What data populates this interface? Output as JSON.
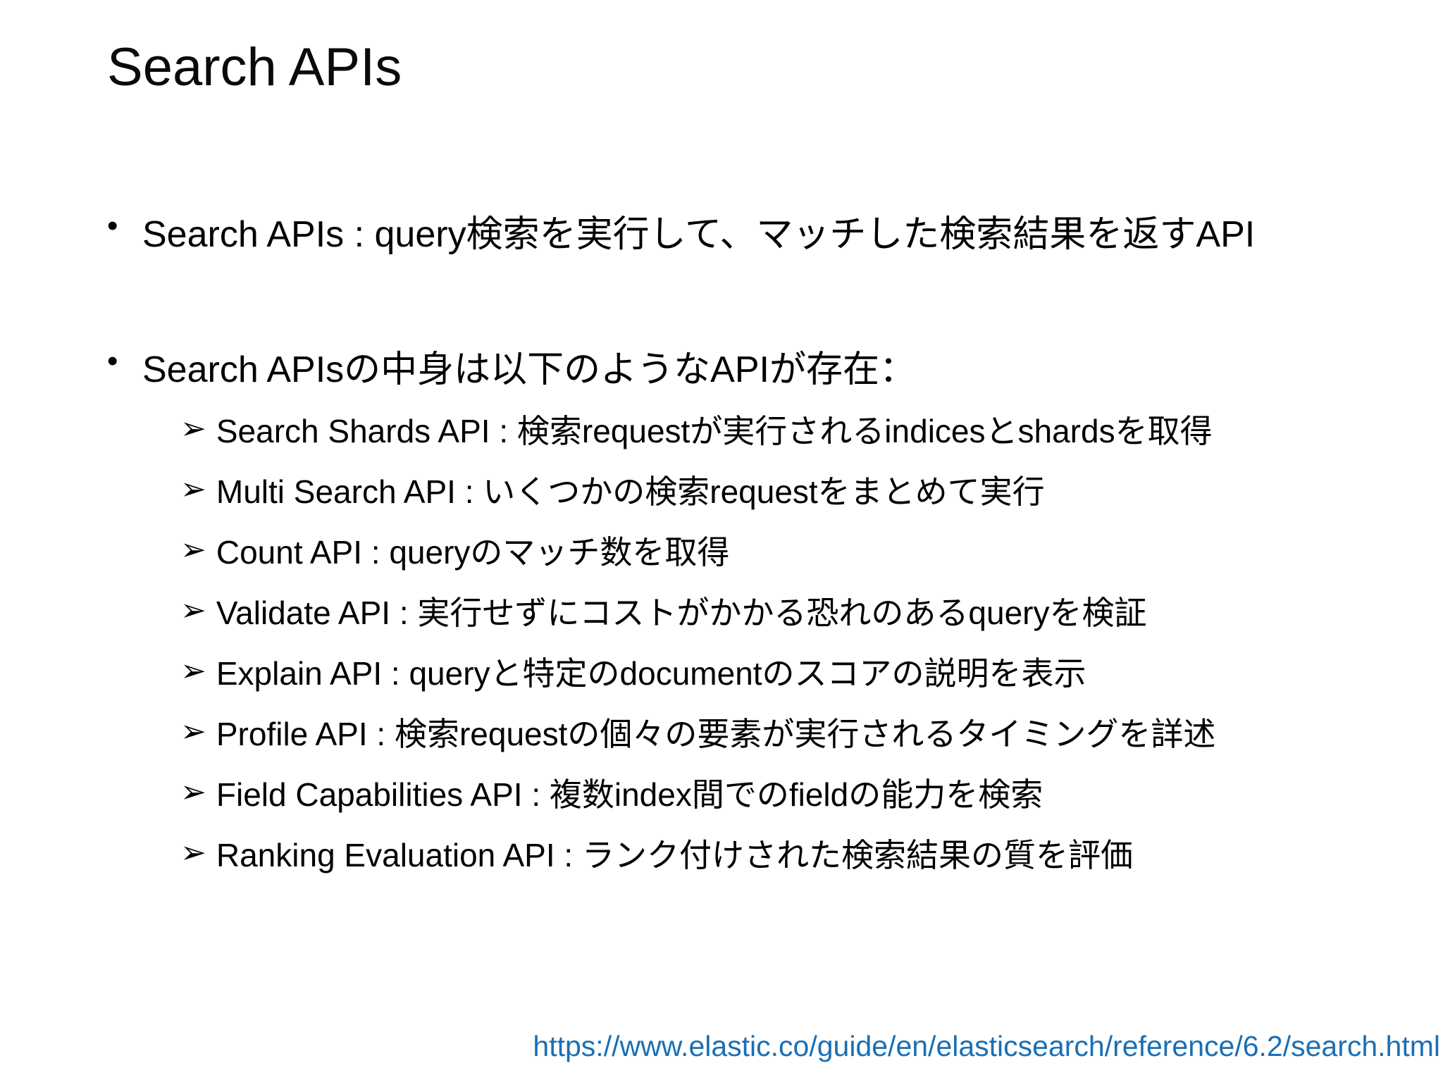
{
  "slide": {
    "title": "Search APIs",
    "bullet_char": "•",
    "sub_bullet_char": "➢",
    "bullets": [
      {
        "text": "Search APIs : query検索を実行して、マッチした検索結果を返すAPI"
      },
      {
        "text": "Search APIsの中身は以下のようなAPIが存在："
      }
    ],
    "sub_bullets": [
      "Search Shards API : 検索requestが実行されるindicesとshardsを取得",
      "Multi Search API : いくつかの検索requestをまとめて実行",
      "Count API : queryのマッチ数を取得",
      "Validate API : 実行せずにコストがかかる恐れのあるqueryを検証",
      "Explain API : queryと特定のdocumentのスコアの説明を表示",
      "Profile API : 検索requestの個々の要素が実行されるタイミングを詳述",
      "Field Capabilities API : 複数index間でのfieldの能力を検索",
      "Ranking Evaluation API : ランク付けされた検索結果の質を評価"
    ],
    "footer_url": "https://www.elastic.co/guide/en/elasticsearch/reference/6.2/search.html",
    "colors": {
      "text": "#000000",
      "link": "#1a6fb5",
      "background": "#ffffff"
    }
  }
}
